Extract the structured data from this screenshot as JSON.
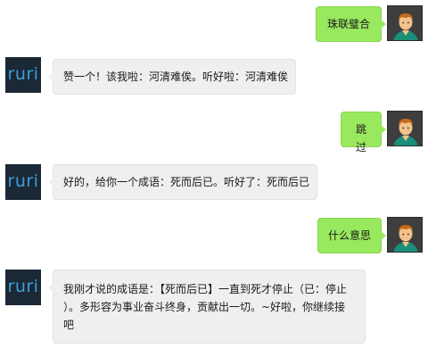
{
  "conversation": {
    "messages": [
      {
        "role": "user",
        "text": "珠联璧合"
      },
      {
        "role": "bot",
        "text": "赞一个！该我啦：河清难俟。听好啦：河清难俟"
      },
      {
        "role": "user",
        "text": "跳过"
      },
      {
        "role": "bot",
        "text": "好的，给你一个成语：死而后已。听好了：死而后已"
      },
      {
        "role": "user",
        "text": "什么意思"
      },
      {
        "role": "bot",
        "lines": [
          "我刚才说的成语是：【死而后已】一直到死才停止（已：停止",
          "）。多形容为事业奋斗终身，贡献出一切。~好啦，你继续接",
          "吧"
        ]
      }
    ]
  },
  "bot_avatar": {
    "logo_text": "ruri",
    "logo_color": "#3aa0d8",
    "background": "#1b2836"
  },
  "user_avatar": {
    "icon": "person-avatar-icon"
  },
  "colors": {
    "user_bubble": "#99e95e",
    "bot_bubble": "#efefef"
  }
}
